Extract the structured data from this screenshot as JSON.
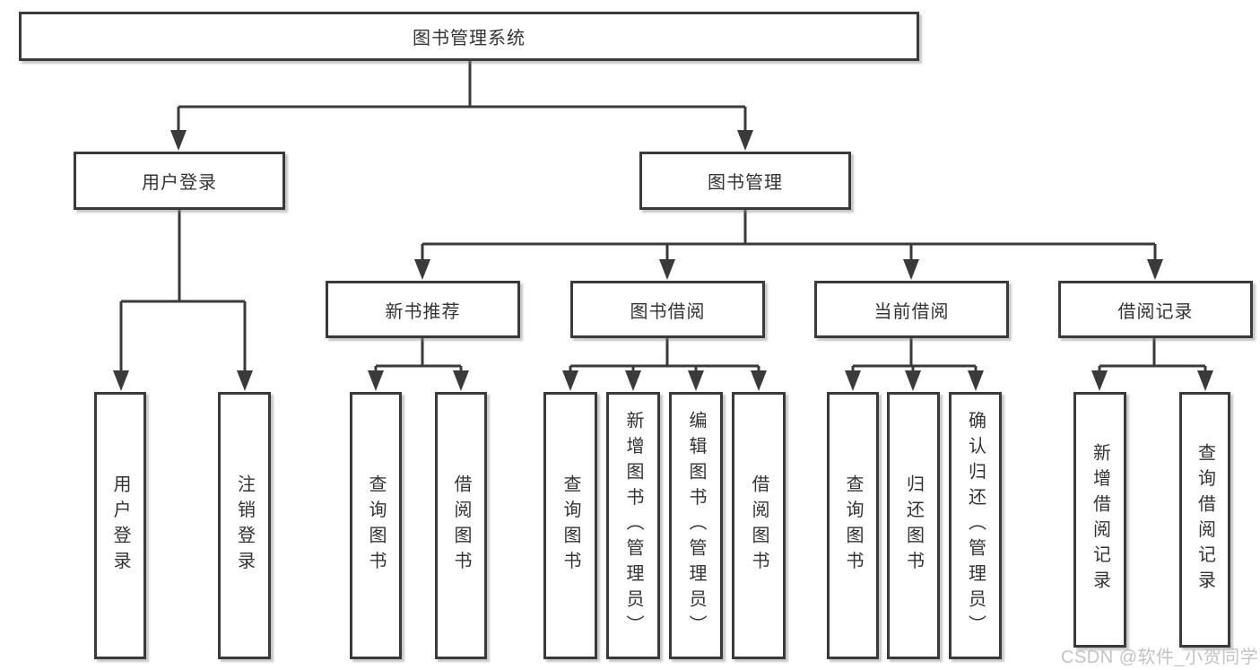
{
  "diagram": {
    "root": {
      "label": "图书管理系统"
    },
    "level1": [
      {
        "label": "用户登录",
        "children": [
          {
            "label": "用户登录"
          },
          {
            "label": "注销登录"
          }
        ]
      },
      {
        "label": "图书管理",
        "children": [
          {
            "label": "新书推荐",
            "children": [
              {
                "label": "查询图书"
              },
              {
                "label": "借阅图书"
              }
            ]
          },
          {
            "label": "图书借阅",
            "children": [
              {
                "label": "查询图书"
              },
              {
                "label": "新增图书（管理员）"
              },
              {
                "label": "编辑图书（管理员）"
              },
              {
                "label": "借阅图书"
              }
            ]
          },
          {
            "label": "当前借阅",
            "children": [
              {
                "label": "查询图书"
              },
              {
                "label": "归还图书"
              },
              {
                "label": "确认归还（管理员）"
              }
            ]
          },
          {
            "label": "借阅记录",
            "children": [
              {
                "label": "新增借阅记录"
              },
              {
                "label": "查询借阅记录"
              }
            ]
          }
        ]
      }
    ]
  },
  "watermark": {
    "text": "CSDN @软件_小贺同学"
  },
  "colors": {
    "line": "#3a3a3a",
    "text": "#333333",
    "watermark": "#c3c3c3",
    "background": "#ffffff"
  }
}
